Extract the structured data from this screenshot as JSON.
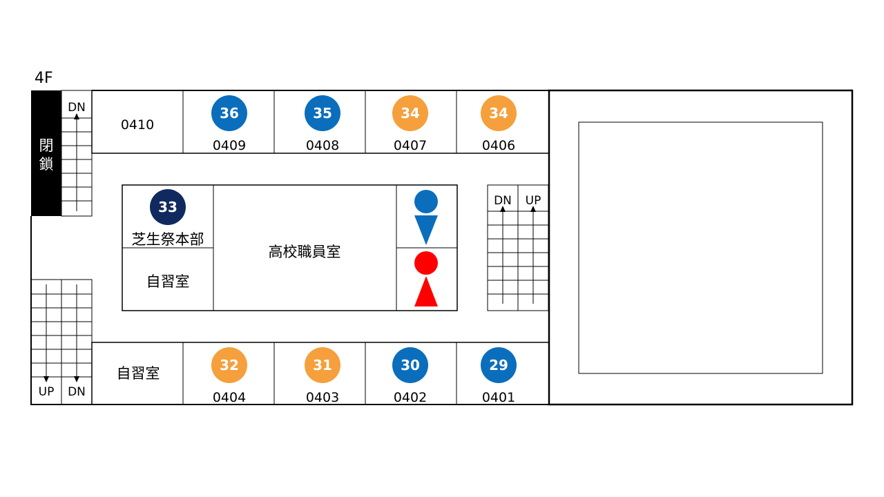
{
  "floor_label": "4F",
  "colors": {
    "blue": "#0A6EBD",
    "orange": "#F5A03C",
    "navy": "#102A5F",
    "red": "#FF0000",
    "closed": "#000000"
  },
  "closed_stair": {
    "label": "閉鎖"
  },
  "stairs": {
    "top_left": {
      "dn": "DN"
    },
    "right": {
      "dn": "DN",
      "up": "UP"
    },
    "bottom_left": {
      "up": "UP",
      "dn": "DN"
    }
  },
  "top_rooms": [
    {
      "number": "0410",
      "badge": ""
    },
    {
      "number": "0409",
      "badge": "36"
    },
    {
      "number": "0408",
      "badge": "35"
    },
    {
      "number": "0407",
      "badge": "34"
    },
    {
      "number": "0406",
      "badge": "34"
    }
  ],
  "bottom_rooms": [
    {
      "number": "",
      "name": "自習室",
      "badge": ""
    },
    {
      "number": "0404",
      "badge": "32"
    },
    {
      "number": "0403",
      "badge": "31"
    },
    {
      "number": "0402",
      "badge": "30"
    },
    {
      "number": "0401",
      "badge": "29"
    }
  ],
  "center": {
    "hq": {
      "badge": "33",
      "name": "芝生祭本部"
    },
    "study": {
      "name": "自習室"
    },
    "staff": {
      "name": "高校職員室"
    },
    "restroom_male_icon": "male-restroom-icon",
    "restroom_female_icon": "female-restroom-icon"
  }
}
